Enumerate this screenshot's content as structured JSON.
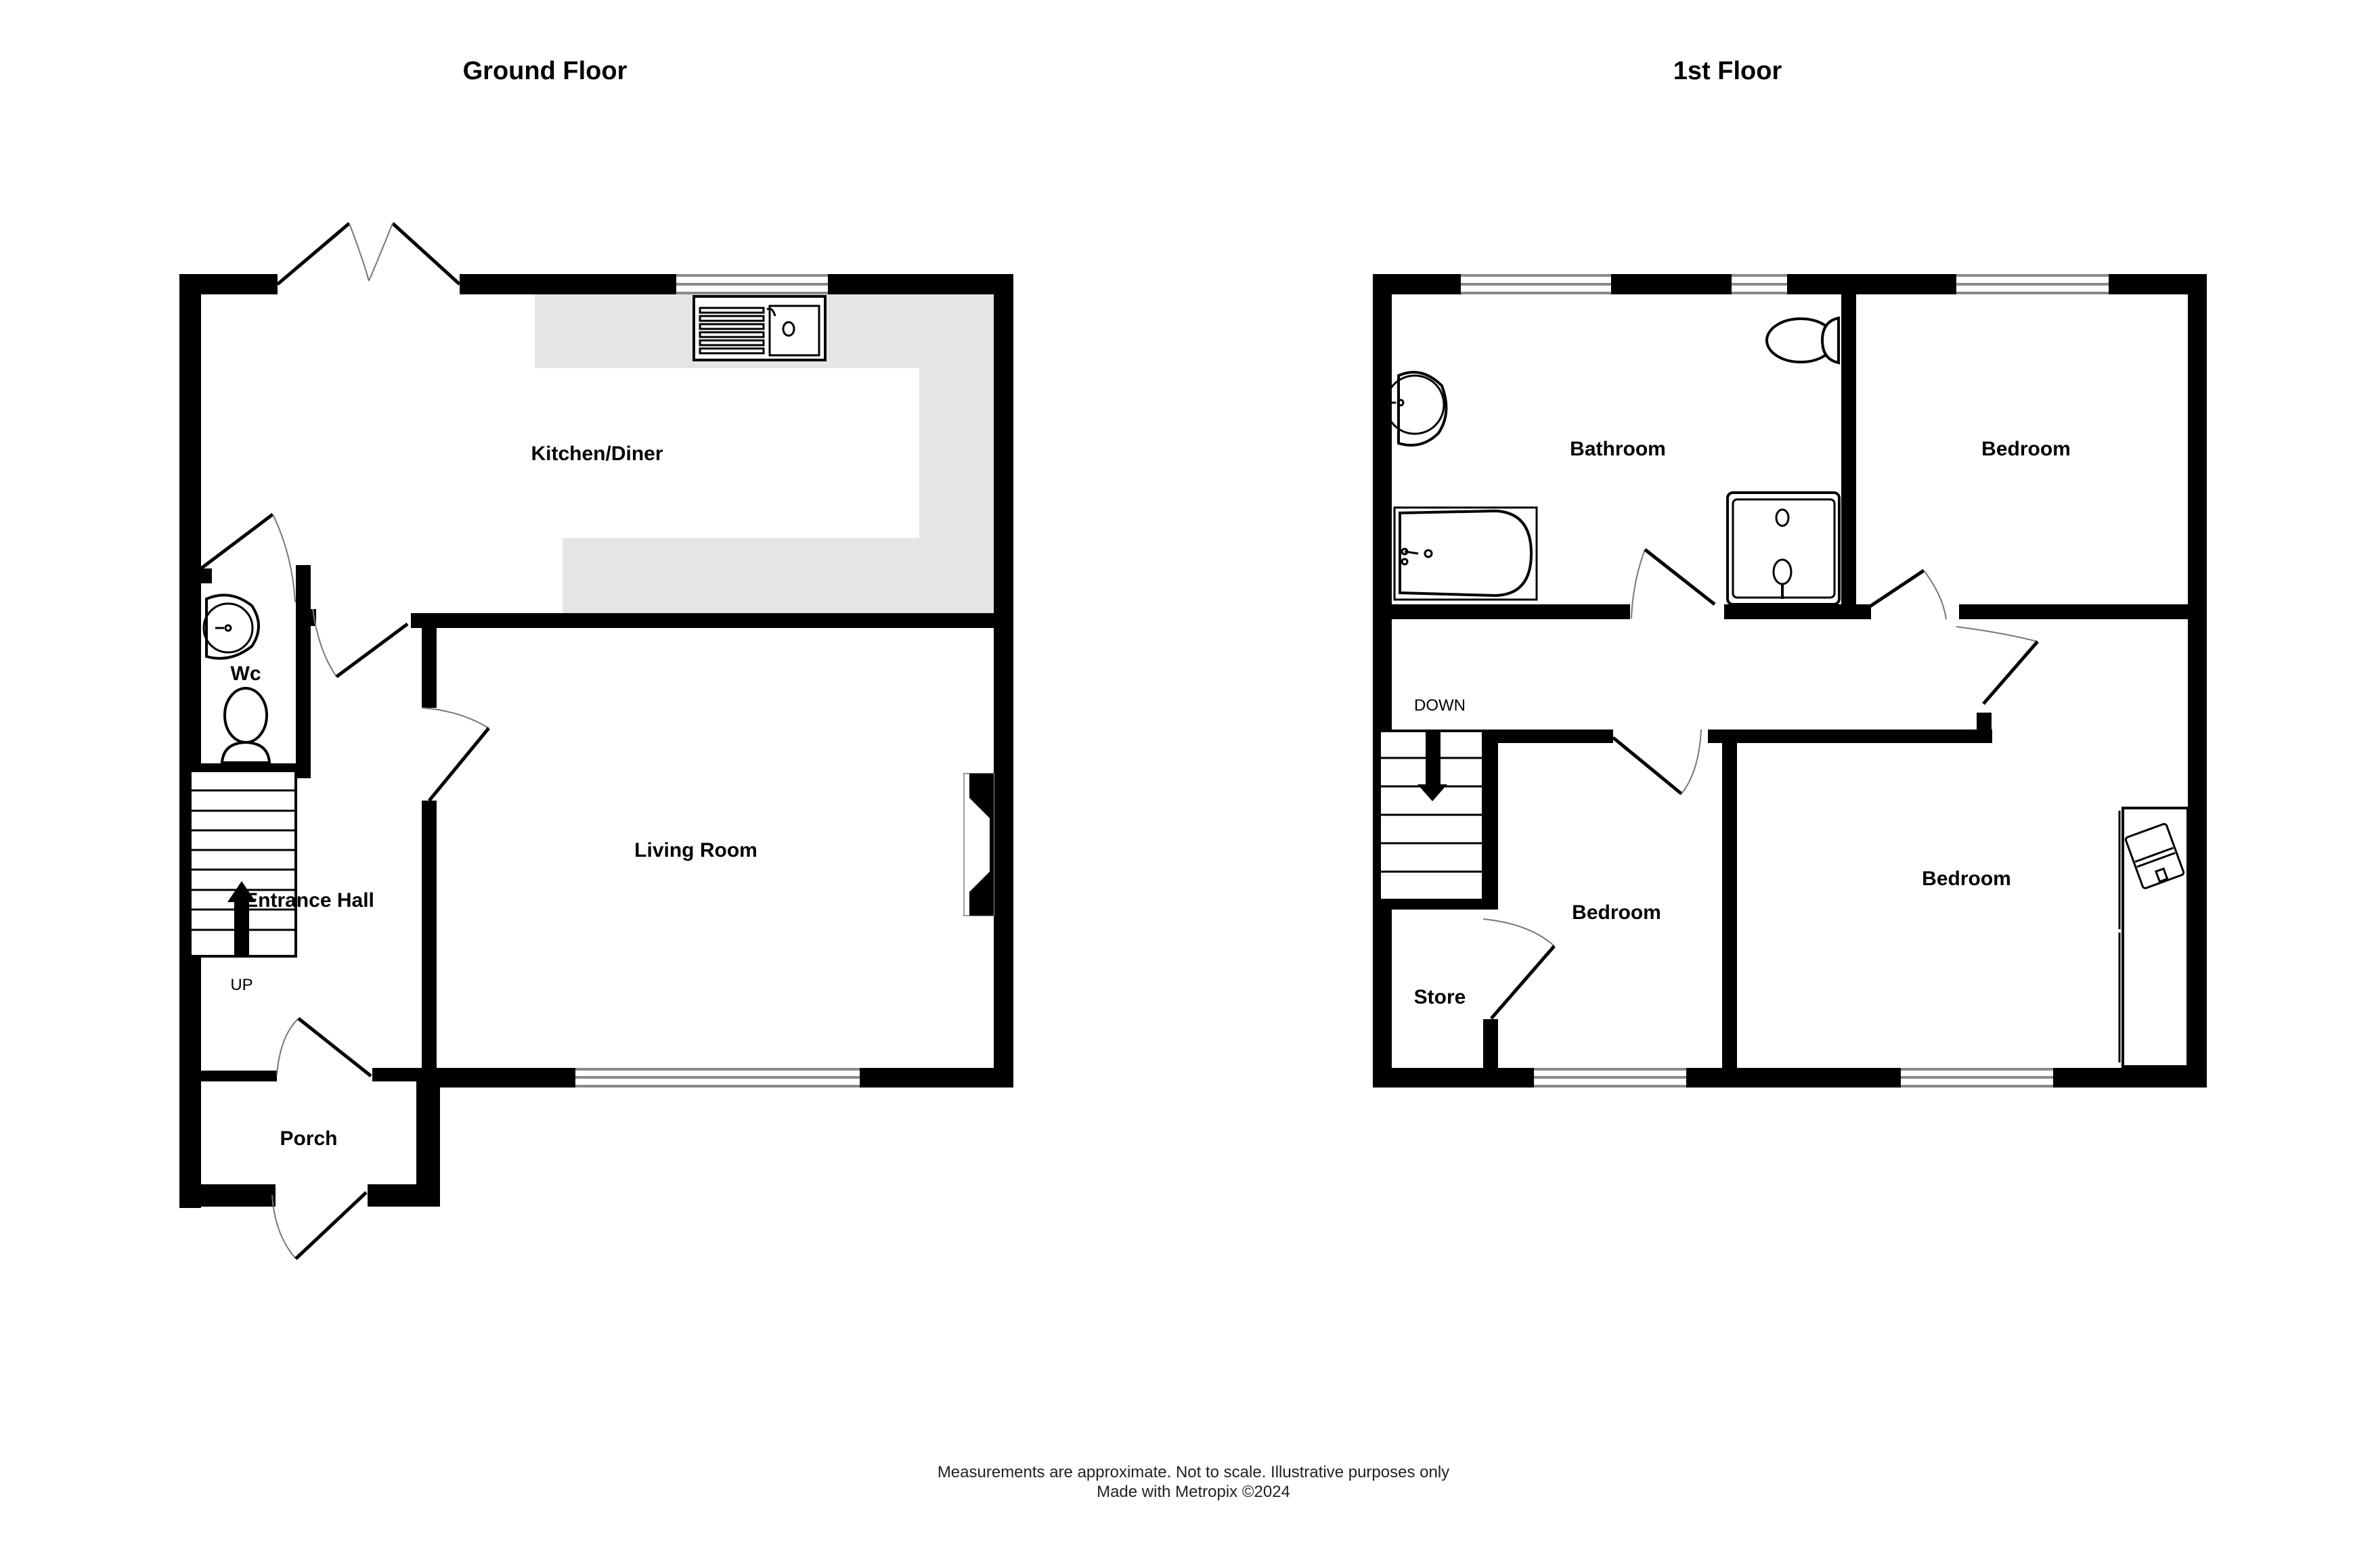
{
  "floors": [
    {
      "title": "Ground Floor",
      "rooms": [
        {
          "name": "Kitchen/Diner"
        },
        {
          "name": "Wc"
        },
        {
          "name": "Living Room"
        },
        {
          "name": "Entrance Hall"
        },
        {
          "name": "Porch"
        }
      ],
      "stair_label": "UP"
    },
    {
      "title": "1st Floor",
      "rooms": [
        {
          "name": "Bathroom"
        },
        {
          "name": "Bedroom"
        },
        {
          "name": "Bedroom"
        },
        {
          "name": "Bedroom"
        },
        {
          "name": "Store"
        }
      ],
      "stair_label": "DOWN"
    }
  ],
  "footer": {
    "disclaimer": "Measurements are approximate.  Not to scale.  Illustrative purposes only",
    "credit": "Made with Metropix ©2024"
  },
  "colors": {
    "wall": "#000000",
    "worktop": "#e5e5e5",
    "window": "#8a8a8a",
    "background": "#ffffff"
  }
}
